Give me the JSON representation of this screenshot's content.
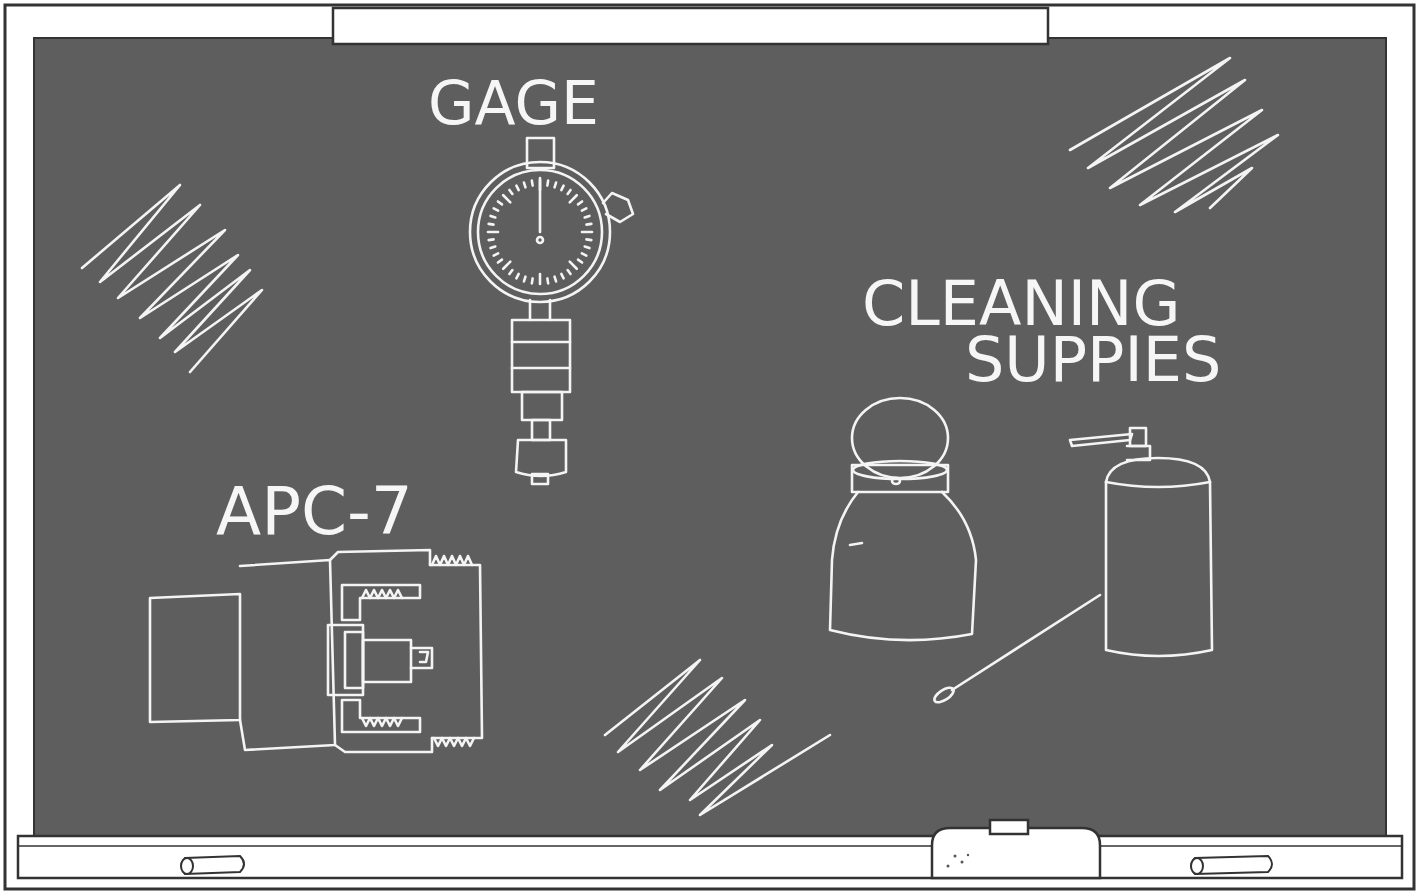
{
  "diagram": {
    "labels": [
      "GAGE",
      "APC-7",
      "CLEANING SUPPIES"
    ]
  }
}
